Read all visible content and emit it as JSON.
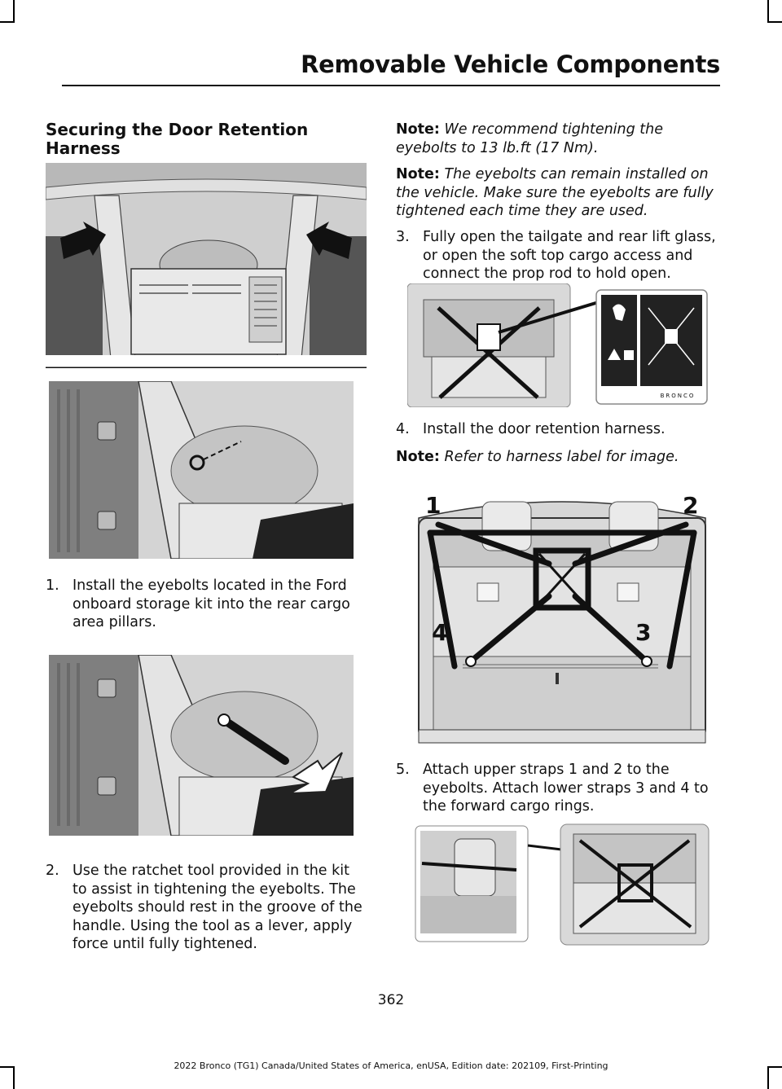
{
  "header": {
    "title": "Removable Vehicle Components"
  },
  "section": {
    "title": "Securing the Door Retention Harness"
  },
  "left_steps": [
    {
      "num": "1.",
      "text": "Install the eyebolts located in the Ford onboard storage kit into the rear cargo area pillars."
    },
    {
      "num": "2.",
      "text": "Use the ratchet tool provided in the kit to assist in tightening the eyebolts. The eyebolts should rest in the groove of the handle. Using the tool as a lever, apply force until fully tightened."
    }
  ],
  "notes": [
    {
      "label": "Note:",
      "text": "We recommend tightening the eyebolts to 13 lb.ft (17 Nm)."
    },
    {
      "label": "Note:",
      "text": "The eyebolts can remain installed on the vehicle. Make sure the eyebolts are fully tightened each time they are used."
    },
    {
      "label": "Note:",
      "text": "Refer to harness label for image."
    }
  ],
  "right_steps": [
    {
      "num": "3.",
      "text": "Fully open the tailgate and rear lift glass, or open the soft top cargo access and connect the prop rod to hold open."
    },
    {
      "num": "4.",
      "text": "Install the door retention harness."
    },
    {
      "num": "5.",
      "text": "Attach upper straps 1 and 2 to the eyebolts. Attach lower straps 3 and 4 to the forward cargo rings."
    }
  ],
  "callouts": {
    "c1": "1",
    "c2": "2",
    "c3": "3",
    "c4": "4"
  },
  "label_brand": "BRONCO",
  "page": {
    "number": "362"
  },
  "footer": {
    "text": "2022 Bronco (TG1) Canada/United States of America, enUSA, Edition date: 202109, First-Printing"
  },
  "colors": {
    "text": "#111111",
    "figure_bg": "#d9d9d9",
    "figure_dark": "#1a1a1a"
  }
}
